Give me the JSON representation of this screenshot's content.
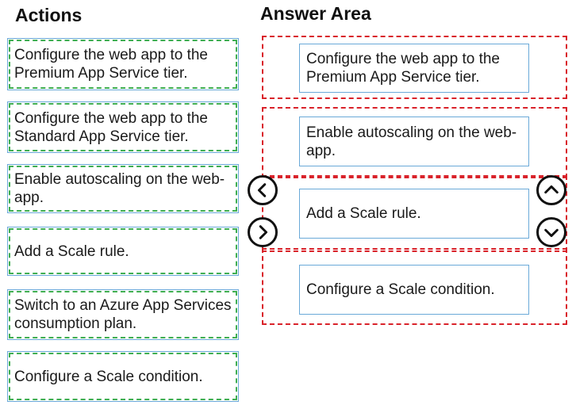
{
  "headings": {
    "actions": "Actions",
    "answer_area": "Answer Area"
  },
  "actions": [
    {
      "label": "Configure the web app to the Premium App Service tier."
    },
    {
      "label": "Configure the web app to the Standard App Service tier."
    },
    {
      "label": "Enable autoscaling on the web-app."
    },
    {
      "label": "Add a Scale rule."
    },
    {
      "label": "Switch to an Azure App Services consumption plan."
    },
    {
      "label": "Configure a Scale condition."
    }
  ],
  "answer_area": [
    {
      "label": "Configure the web app to the Premium App Service tier."
    },
    {
      "label": "Enable autoscaling on the web-app."
    },
    {
      "label": "Add a Scale rule."
    },
    {
      "label": "Configure a Scale condition."
    }
  ],
  "controls": {
    "move_left_icon": "chevron-left-icon",
    "move_right_icon": "chevron-right-icon",
    "move_up_icon": "chevron-up-icon",
    "move_down_icon": "chevron-down-icon"
  },
  "colors": {
    "action_border": "#3fae52",
    "box_border": "#6aa9d8",
    "answer_zone_border": "#d9222a"
  }
}
